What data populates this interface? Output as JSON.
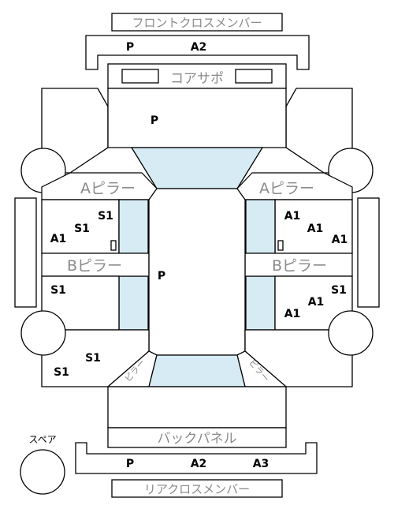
{
  "labels": {
    "front_cross_member": "フロントクロスメンバー",
    "core_support": "コアサポ",
    "a_pillar_left": "Aピラー",
    "a_pillar_right": "Aピラー",
    "b_pillar_left": "Bピラー",
    "b_pillar_right": "Bピラー",
    "back_panel": "バックパネル",
    "rear_cross_member": "リアクロスメンバー",
    "spare": "スペア",
    "c_pillar_left": "ピラー",
    "c_pillar_right": "ピラー"
  },
  "marks": {
    "front_cross_p": "P",
    "front_cross_a2": "A2",
    "hood": "P",
    "roof": "P",
    "fender_front_left_s1": "S1",
    "fender_front_left_s1b": "S1",
    "fender_front_left_a1": "A1",
    "fender_front_right_a1a": "A1",
    "fender_front_right_a1b": "A1",
    "fender_front_right_a1c": "A1",
    "rear_left_s1": "S1",
    "rear_right_s1": "S1",
    "rear_right_a1": "A1",
    "rear_right_a1b": "A1",
    "quarter_left_s1": "S1",
    "quarter_left_s1b": "S1",
    "rear_cross_p": "P",
    "rear_cross_a2": "A2",
    "rear_cross_a3": "A3"
  },
  "colors": {
    "glass": "#d6ebf3",
    "label_gray": "#8a8a8a"
  }
}
